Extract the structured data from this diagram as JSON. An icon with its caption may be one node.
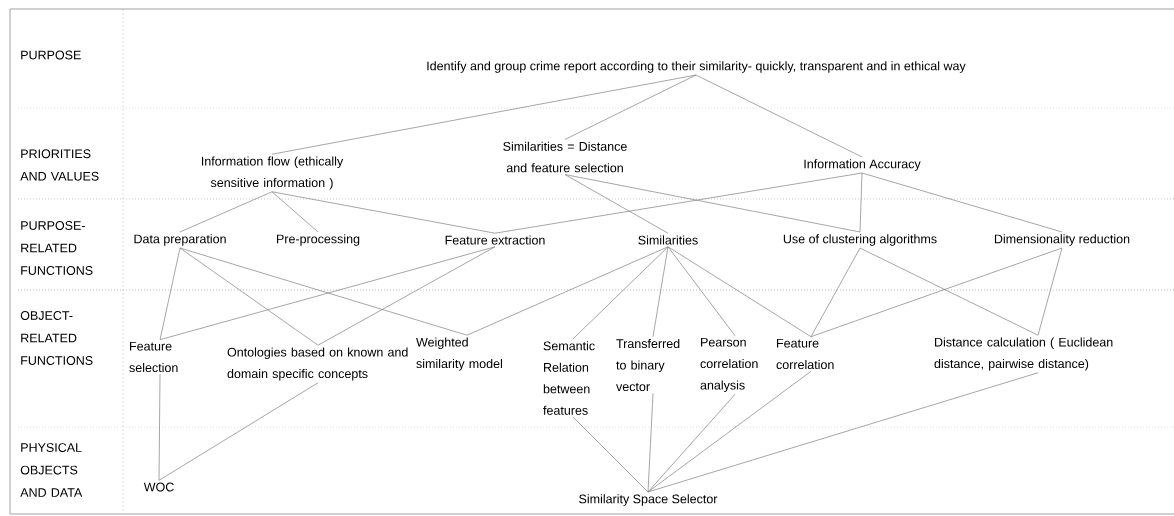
{
  "diagram": {
    "nodes": [
      {
        "text": [
          "Identify and group crime report according to their similarity- quickly, transparent and in ethical way"
        ]
      },
      {
        "text": [
          "Information flow (ethically sensitive information )"
        ]
      },
      {
        "text": [
          "Similarities = Distance and feature selection"
        ]
      },
      {
        "text": [
          "Information Accuracy"
        ]
      },
      {
        "text": [
          "Data preparation"
        ]
      },
      {
        "text": [
          "Pre-processing"
        ]
      },
      {
        "text": [
          "Feature extraction"
        ]
      },
      {
        "text": [
          "Similarities"
        ]
      },
      {
        "text": [
          "Use of clustering algorithms"
        ]
      },
      {
        "text": [
          "Dimensionality reduction"
        ]
      },
      {
        "text": [
          "Feature selection"
        ]
      },
      {
        "text": [
          "Ontologies based on known and domain specific concepts"
        ]
      },
      {
        "text": [
          "Weighted similarity model"
        ]
      },
      {
        "text": [
          "Semantic Relation between features"
        ]
      },
      {
        "text": [
          "Transferred to binary vector"
        ]
      },
      {
        "text": [
          "Pearson correlation analysis"
        ]
      },
      {
        "text": [
          "Feature correlation"
        ]
      },
      {
        "text": [
          "Distance calculation ( Euclidean distance, pairwise distance)"
        ]
      },
      {
        "text": [
          "WOC"
        ]
      },
      {
        "text": [
          "Similarity Space Selector"
        ]
      }
    ],
    "edges": [
      {
        "from": 0,
        "to": 1,
        "arrow": "none"
      },
      {
        "from": 0,
        "to": 2,
        "arrow": "none"
      },
      {
        "from": 0,
        "to": 3,
        "arrow": "none"
      },
      {
        "from": 1,
        "to": 4,
        "arrow": "none"
      },
      {
        "from": 1,
        "to": 5,
        "arrow": "none"
      },
      {
        "from": 1,
        "to": 6,
        "arrow": "none"
      },
      {
        "from": 2,
        "to": 7,
        "arrow": "none"
      },
      {
        "from": 2,
        "to": 8,
        "arrow": "none"
      },
      {
        "from": 3,
        "to": 6,
        "arrow": "none"
      },
      {
        "from": 3,
        "to": 8,
        "arrow": "none"
      },
      {
        "from": 3,
        "to": 9,
        "arrow": "none"
      },
      {
        "from": 4,
        "to": 10,
        "arrow": "none"
      },
      {
        "from": 4,
        "to": 11,
        "arrow": "none"
      },
      {
        "from": 4,
        "to": 12,
        "arrow": "none"
      },
      {
        "from": 6,
        "to": 10,
        "arrow": "none"
      },
      {
        "from": 6,
        "to": 11,
        "arrow": "none"
      },
      {
        "from": 7,
        "to": 12,
        "arrow": "none"
      },
      {
        "from": 7,
        "to": 13,
        "arrow": "none"
      },
      {
        "from": 7,
        "to": 14,
        "arrow": "none"
      },
      {
        "from": 7,
        "to": 15,
        "arrow": "none"
      },
      {
        "from": 7,
        "to": 16,
        "arrow": "none"
      },
      {
        "from": 8,
        "to": 16,
        "arrow": "none"
      },
      {
        "from": 8,
        "to": 17,
        "arrow": "none"
      },
      {
        "from": 9,
        "to": 16,
        "arrow": "none"
      },
      {
        "from": 9,
        "to": 17,
        "arrow": "none"
      },
      {
        "from": 10,
        "to": 18,
        "arrow": "none"
      },
      {
        "from": 11,
        "to": 18,
        "arrow": "none"
      },
      {
        "from": 13,
        "to": 19,
        "arrow": "none"
      },
      {
        "from": 14,
        "to": 19,
        "arrow": "none"
      },
      {
        "from": 15,
        "to": 19,
        "arrow": "none"
      },
      {
        "from": 16,
        "to": 19,
        "arrow": "none"
      },
      {
        "from": 17,
        "to": 19,
        "arrow": "none"
      }
    ],
    "labels": [
      "PURPOSE",
      "PRIORITIES AND VALUES",
      "PURPOSE-RELATED FUNCTIONS",
      "OBJECT-RELATED FUNCTIONS",
      "PHYSICAL OBJECTS AND DATA"
    ]
  }
}
